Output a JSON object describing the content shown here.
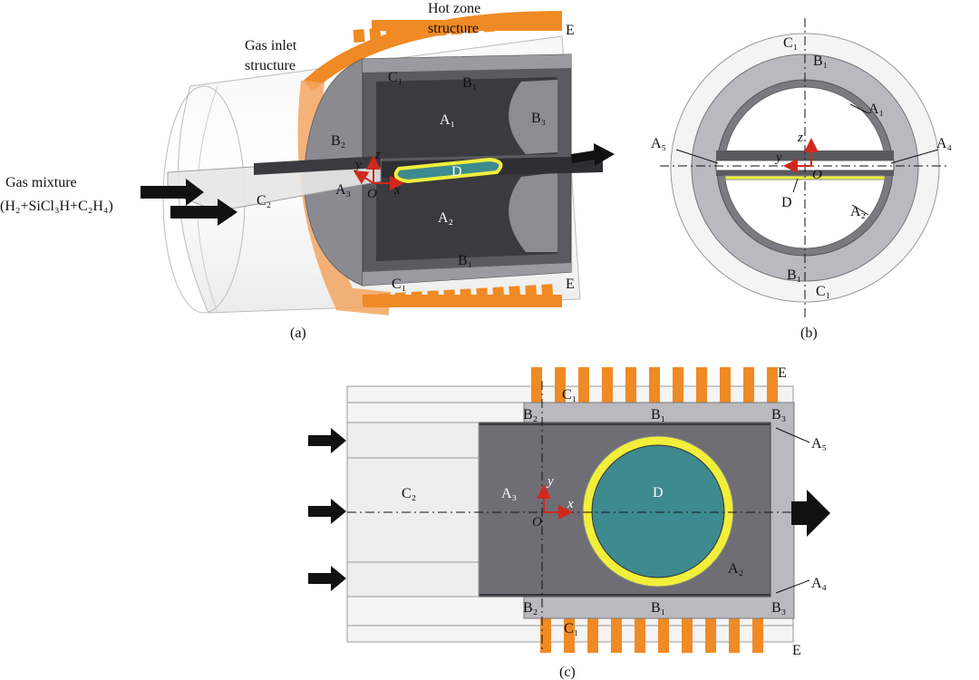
{
  "panel_a": {
    "caption": "(a)",
    "hot_zone_label": [
      "Hot zone",
      "structure"
    ],
    "gas_inlet_label": [
      "Gas inlet",
      "structure"
    ],
    "gas_mixture_label": "Gas mixture",
    "gas_formula": "(H₂+SiCl₃H+C₂H₄)",
    "labels": {
      "E_top": "E",
      "E_bottom": "E",
      "C1_top": "C₁",
      "C1_bottom": "C₁",
      "B1_top": "B₁",
      "B1_bottom": "B₁",
      "B2": "B₂",
      "B3": "B₃",
      "A1": "A₁",
      "A2": "A₂",
      "A3": "A₃",
      "C2": "C₂",
      "D": "D",
      "origin": "O",
      "x": "x",
      "y": "y",
      "z": "z"
    }
  },
  "panel_b": {
    "caption": "(b)",
    "labels": {
      "C1_top": "C₁",
      "C1_bottom": "C₁",
      "B1_top": "B₁",
      "B1_bottom": "B₁",
      "A1": "A₁",
      "A2": "A₂",
      "A4": "A₄",
      "A5": "A₅",
      "D": "D",
      "origin": "O",
      "y": "y",
      "z": "z"
    }
  },
  "panel_c": {
    "caption": "(c)",
    "labels": {
      "E_top": "E",
      "E_bottom": "E",
      "C1_top": "C₁",
      "C1_bottom": "C₁",
      "B1_top": "B₁",
      "B1_bottom": "B₁",
      "B2_top": "B₂",
      "B2_bottom": "B₂",
      "B3_top": "B₃",
      "B3_bottom": "B₃",
      "A2": "A₂",
      "A3": "A₃",
      "A4": "A₄",
      "A5": "A₅",
      "C2": "C₂",
      "D": "D",
      "origin": "O",
      "x": "x",
      "y": "y"
    }
  },
  "colors": {
    "dark_gray": "#4a4a4f",
    "mid_gray": "#6e6e74",
    "light_gray": "#b9b9bf",
    "outer_white": "#f2f2f2",
    "coil_orange": "#f08a24",
    "susceptor_teal": "#3d8a8f",
    "yellow_ring": "#f1ef3a",
    "axis_red": "#d1281e"
  }
}
